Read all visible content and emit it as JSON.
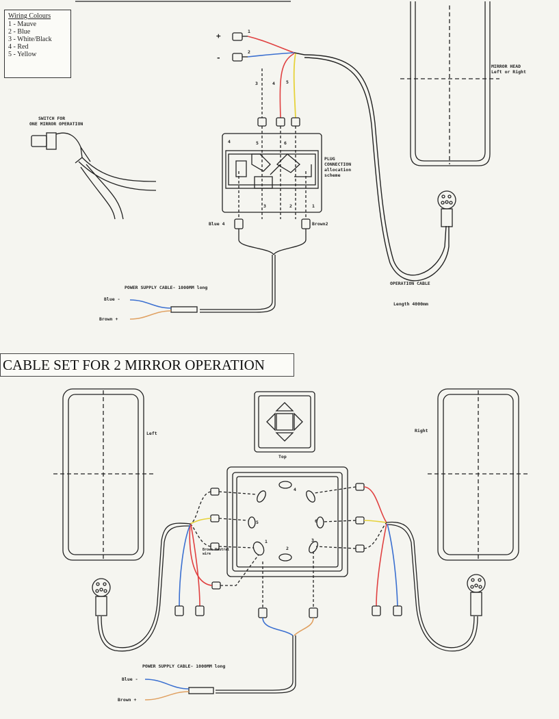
{
  "legend": {
    "title": "Wiring Colours",
    "items": [
      "1 - Mauve",
      "2 - Blue",
      "3 - White/Black",
      "4 - Red",
      "5 - Yellow"
    ]
  },
  "section_title": "CABLE SET FOR 2 MIRROR OPERATION",
  "top": {
    "plus": "+",
    "minus": "-",
    "wire_num_1": "1",
    "wire_num_2": "2",
    "wire_num_3": "3",
    "wire_num_4": "4",
    "wire_num_5": "5",
    "switch_label_1": "SWITCH FOR",
    "switch_label_2": "ONE MIRROR OPERATION",
    "mirror_head_1": "MIRROR HEAD",
    "mirror_head_2": "Left or Right",
    "plug_label_1": "PLUG",
    "plug_label_2": "CONNECTION",
    "plug_label_3": "allocation",
    "plug_label_4": "scheme",
    "box_num_4": "4",
    "box_num_5": "5",
    "box_num_6": "6",
    "box_num_3": "3",
    "box_num_2": "2",
    "box_num_1": "1",
    "blue4": "Blue 4",
    "brown": "Brown2",
    "power_cable": "POWER SUPPLY CABLE- 1000MM long",
    "blue_minus": "Blue -",
    "brown_plus": "Brown +",
    "operation_cable": "OPERATION CABLE",
    "length": "Length 4000mm"
  },
  "bottom": {
    "left": "Left",
    "right": "Right",
    "top": "Top",
    "power_cable": "POWER SUPPLY CABLE- 1000MM long",
    "blue_minus": "Blue -",
    "brown_plus": "Brown +",
    "pin_1": "1",
    "pin_2": "2",
    "pin_3": "3",
    "pin_4": "4",
    "pin_5": "5",
    "pin_6": "6",
    "small_note": "Brown Neutral wire"
  },
  "colors": {
    "mauve": "#c090c0",
    "blue": "#3a6fd0",
    "red": "#e04040",
    "yellow": "#e6d23a",
    "brown": "#e0a060",
    "line": "#222222"
  }
}
